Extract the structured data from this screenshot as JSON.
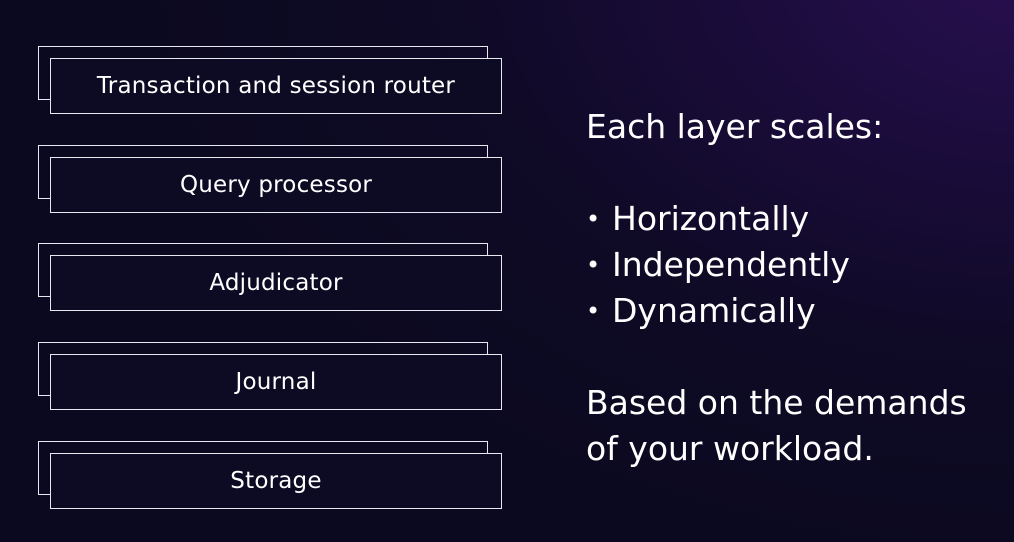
{
  "layers": [
    {
      "label": "Transaction and session router"
    },
    {
      "label": "Query processor"
    },
    {
      "label": "Adjudicator"
    },
    {
      "label": "Journal"
    },
    {
      "label": "Storage"
    }
  ],
  "summary": {
    "heading": "Each layer scales:",
    "bullet_symbol": "•",
    "bullets": [
      "Horizontally",
      "Independently",
      "Dynamically"
    ],
    "footer_line1": "Based on the demands",
    "footer_line2": "of your workload."
  },
  "colors": {
    "background_dark": "#0b0920",
    "background_accent": "#2a0f52",
    "box_border": "#e8e8f0",
    "text": "#ffffff"
  }
}
